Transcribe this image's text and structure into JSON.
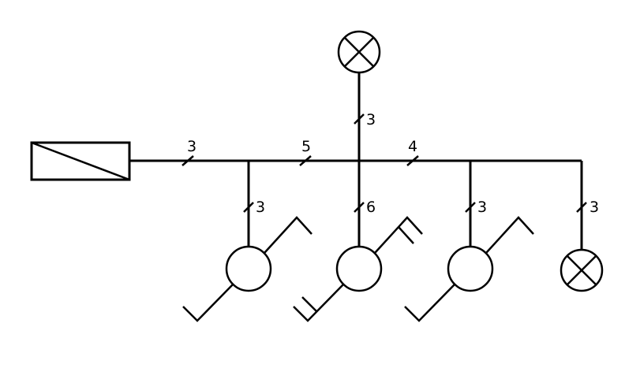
{
  "diagram": {
    "wire_counts": {
      "main_left": "3",
      "main_mid": "5",
      "main_right": "4",
      "lamp_top_drop": "3",
      "switch_1_drop": "3",
      "switch_2_drop": "6",
      "switch_3_drop": "3",
      "lamp_right_drop": "3"
    },
    "symbols": {
      "source": "distribution-panel",
      "lamps": [
        "lamp",
        "lamp"
      ],
      "switches": [
        "single-pole-switch",
        "double-switch",
        "single-pole-switch"
      ]
    },
    "colors": {
      "line": "#000000",
      "background": "#ffffff"
    }
  }
}
